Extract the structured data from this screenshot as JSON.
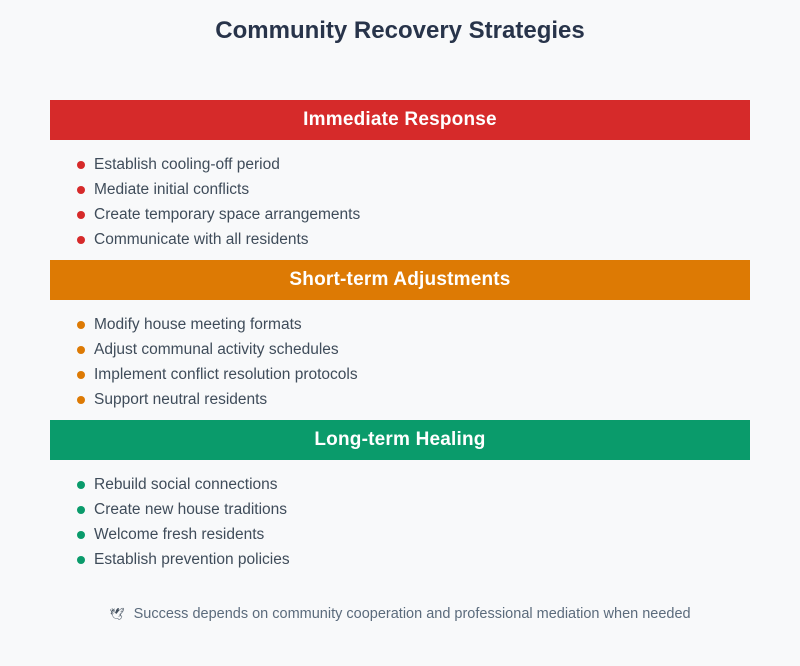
{
  "page": {
    "title": "Community Recovery Strategies",
    "background_color": "#f8f9fa",
    "title_color": "#28344a",
    "body_text_color": "#3f4c5a"
  },
  "sections": [
    {
      "title": "Immediate Response",
      "color": "#d62a2a",
      "items": [
        "Establish cooling-off period",
        "Mediate initial conflicts",
        "Create temporary space arrangements",
        "Communicate with all residents"
      ]
    },
    {
      "title": "Short-term Adjustments",
      "color": "#dd7a04",
      "items": [
        "Modify house meeting formats",
        "Adjust communal activity schedules",
        "Implement conflict resolution protocols",
        "Support neutral residents"
      ]
    },
    {
      "title": "Long-term Healing",
      "color": "#0a9b6b",
      "items": [
        "Rebuild social connections",
        "Create new house traditions",
        "Welcome fresh residents",
        "Establish prevention policies"
      ]
    }
  ],
  "footer": {
    "icon": {
      "name": "dove-icon",
      "glyph": "🕊"
    },
    "text": "Success depends on community cooperation and professional mediation when needed",
    "text_color": "#5b6b7c"
  }
}
